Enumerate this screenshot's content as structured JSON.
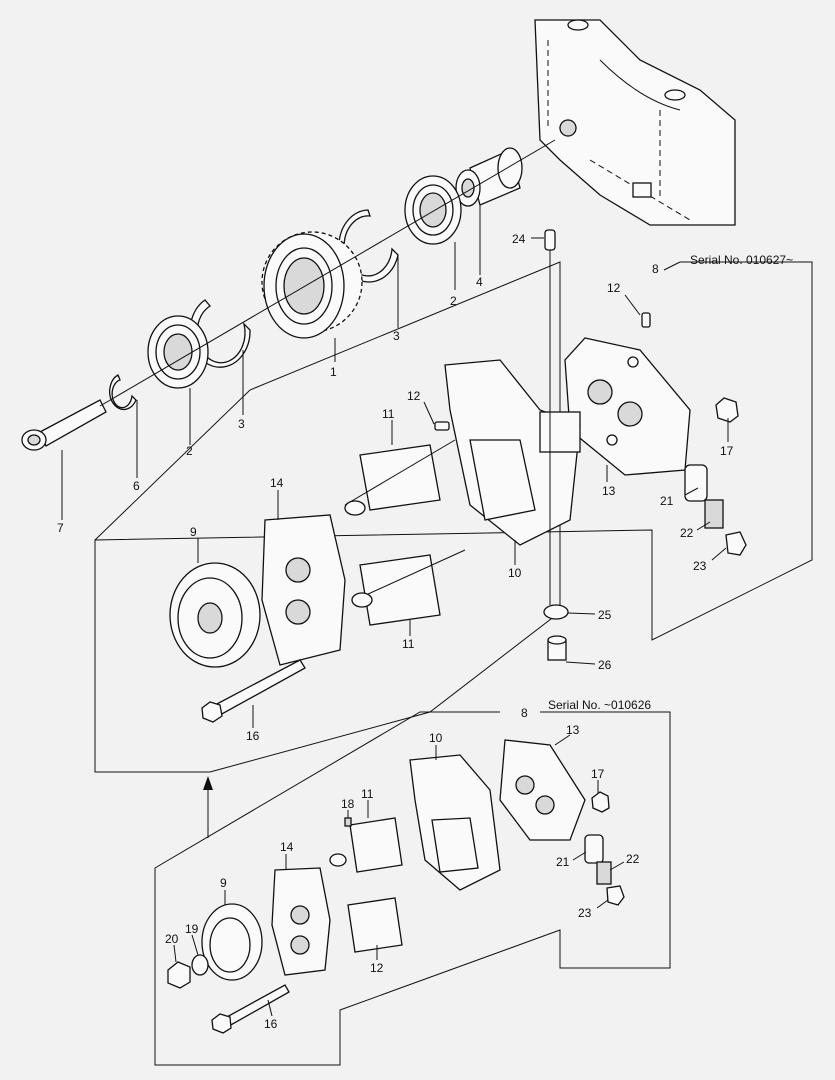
{
  "callouts": {
    "upper": {
      "serial": "Serial No. 010627~",
      "c1": "1",
      "c2a": "2",
      "c2b": "2",
      "c3a": "3",
      "c3b": "3",
      "c4": "4",
      "c6": "6",
      "c7": "7",
      "c8": "8",
      "c9": "9",
      "c10": "10",
      "c11a": "11",
      "c11b": "11",
      "c12a": "12",
      "c12b": "12",
      "c13": "13",
      "c14": "14",
      "c16": "16",
      "c17": "17",
      "c21": "21",
      "c22": "22",
      "c23": "23",
      "c24": "24",
      "c25": "25",
      "c26": "26"
    },
    "lower": {
      "serial": "Serial No. ~010626",
      "c8": "8",
      "c9": "9",
      "c10": "10",
      "c11": "11",
      "c12": "12",
      "c13": "13",
      "c14": "14",
      "c16": "16",
      "c17": "17",
      "c18": "18",
      "c19": "19",
      "c20": "20",
      "c21": "21",
      "c22": "22",
      "c23": "23"
    }
  }
}
